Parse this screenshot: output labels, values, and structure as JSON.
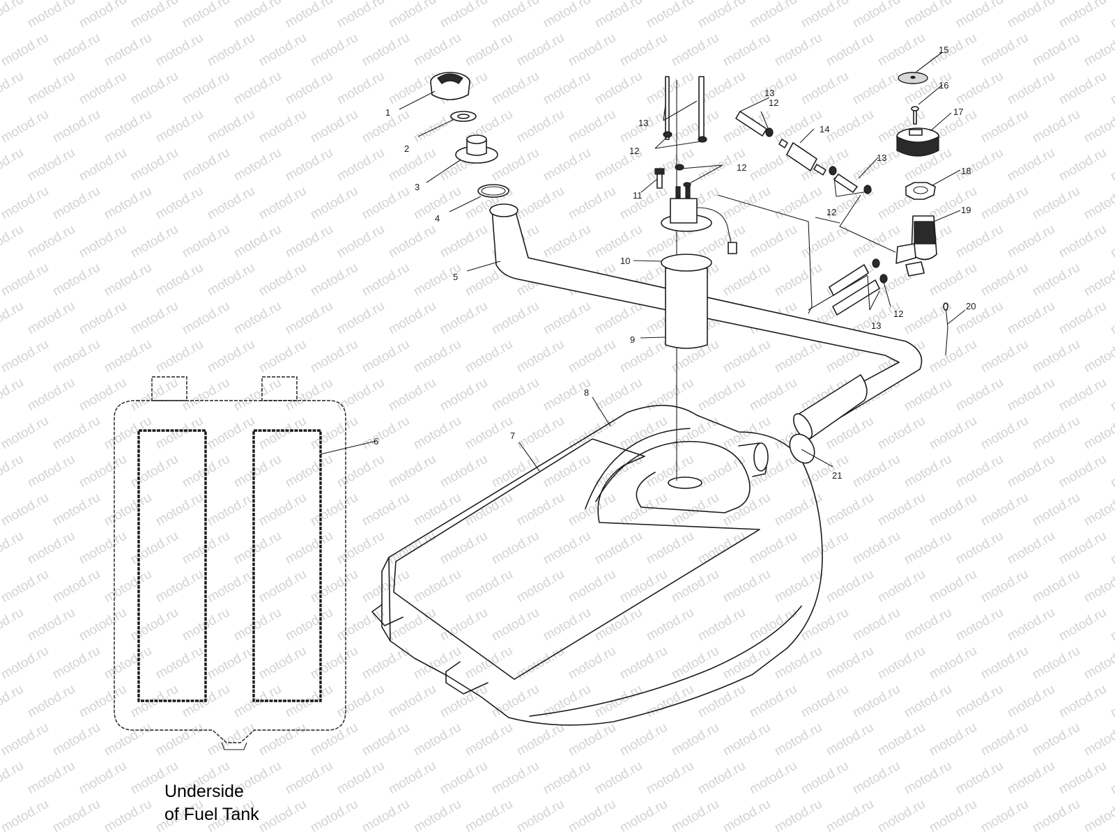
{
  "watermark": {
    "text": "motod.ru",
    "color": "#d2d2d2"
  },
  "caption": {
    "line1": "Underside",
    "line2": "of Fuel Tank"
  },
  "callouts": [
    "1",
    "2",
    "3",
    "4",
    "5",
    "6",
    "7",
    "8",
    "9",
    "10",
    "11",
    "12",
    "12",
    "12",
    "12",
    "12",
    "13",
    "13",
    "13",
    "13",
    "14",
    "15",
    "16",
    "17",
    "18",
    "19",
    "20",
    "21"
  ]
}
